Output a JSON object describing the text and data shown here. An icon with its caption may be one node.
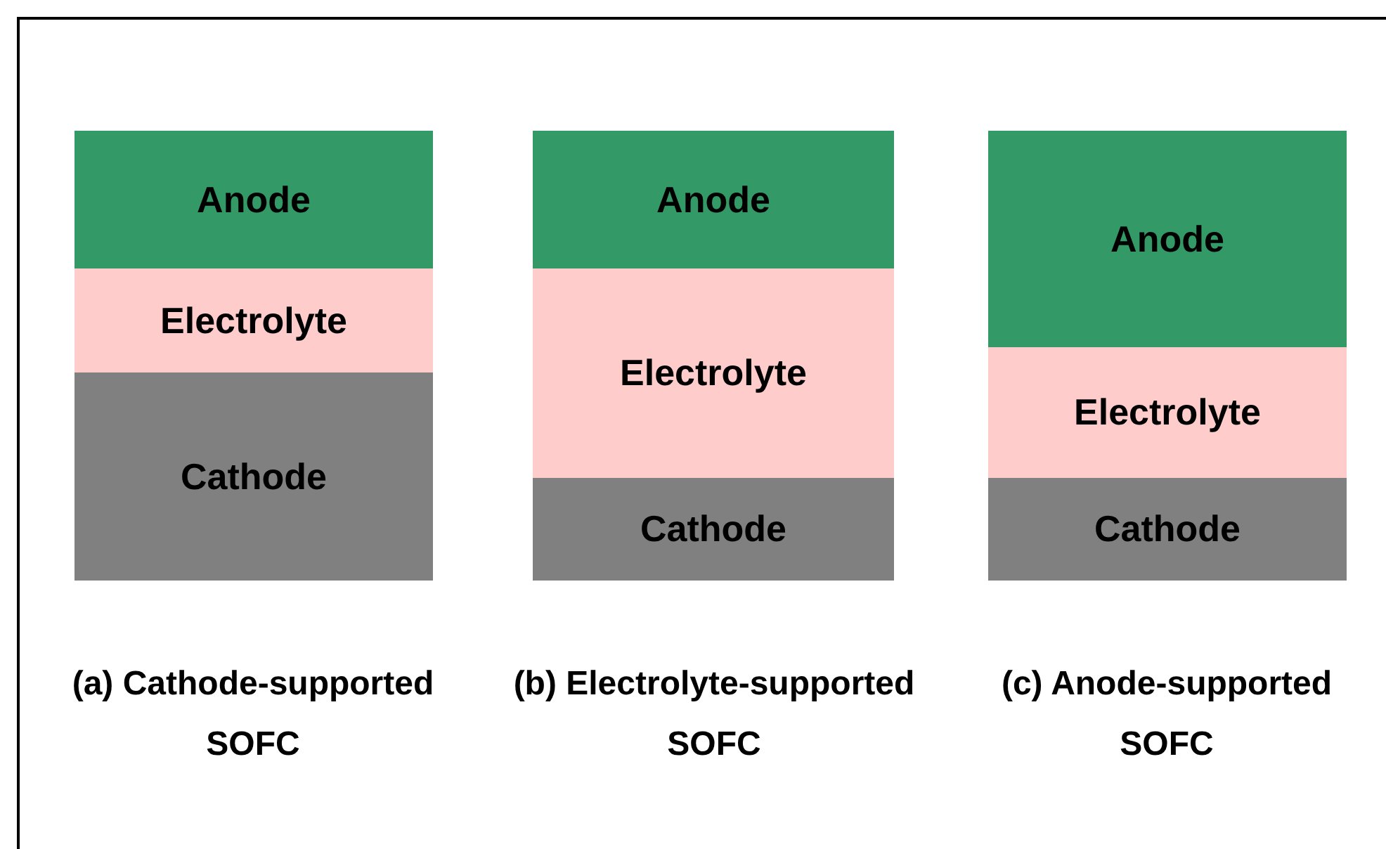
{
  "diagram": {
    "nodes": [
      {
        "text": [
          "Anode"
        ]
      },
      {
        "text": [
          "Electrolyte"
        ]
      },
      {
        "text": [
          "Cathode"
        ]
      },
      {
        "text": [
          "Anode"
        ]
      },
      {
        "text": [
          "Electrolyte"
        ]
      },
      {
        "text": [
          "Cathode"
        ]
      },
      {
        "text": [
          "Anode"
        ]
      },
      {
        "text": [
          "Electrolyte"
        ]
      },
      {
        "text": [
          "Cathode"
        ]
      }
    ],
    "labels": [
      "(a) Cathode-supported SOFC",
      "(b) Electrolyte-supported SOFC",
      "(c) Anode-supported SOFC"
    ]
  }
}
